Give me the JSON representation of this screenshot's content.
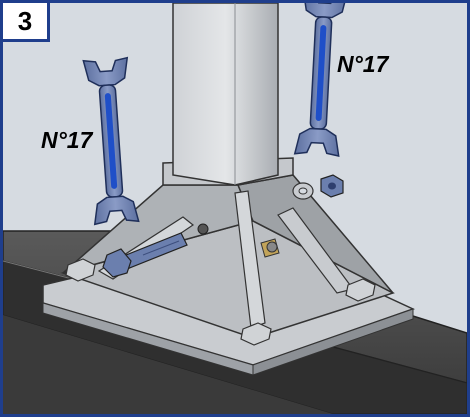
{
  "step": {
    "number": "3"
  },
  "labels": {
    "left_wrench": "N°17",
    "right_wrench": "N°17"
  },
  "colors": {
    "frame_border": "#1f3e8c",
    "background": "#d6dbe1",
    "beam": "#4f4f4f",
    "metal": "#b5b8bc",
    "wrench": "#6b7fae",
    "wrench_slot": "#1f4fc8"
  },
  "icons": {
    "left_wrench": "open-end-wrench-icon",
    "right_wrench": "open-end-wrench-icon",
    "washer": "washer-icon",
    "nut": "hex-nut-icon",
    "bolt": "bolt-icon"
  }
}
